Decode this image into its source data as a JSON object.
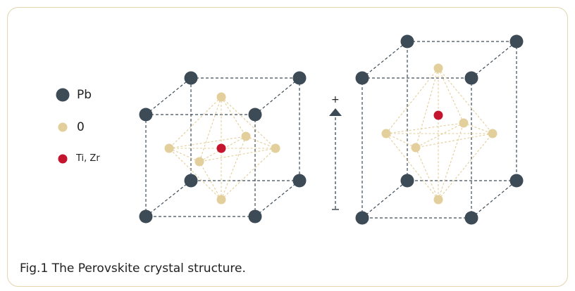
{
  "legend": {
    "items": [
      {
        "label": "Pb",
        "color": "#3d4b57"
      },
      {
        "label": "0",
        "color": "#e3cf9b"
      },
      {
        "label": "Ti, Zr",
        "color": "#c4142e"
      }
    ]
  },
  "field_indicator": {
    "label": "+"
  },
  "caption": "Fig.1 The Perovskite crystal structure.",
  "colors": {
    "frame": "#e3d4ad",
    "cube_edges": "#3d4b57",
    "octahedron_lines": "#e3cf9b",
    "arrow": "#3d4b57"
  }
}
